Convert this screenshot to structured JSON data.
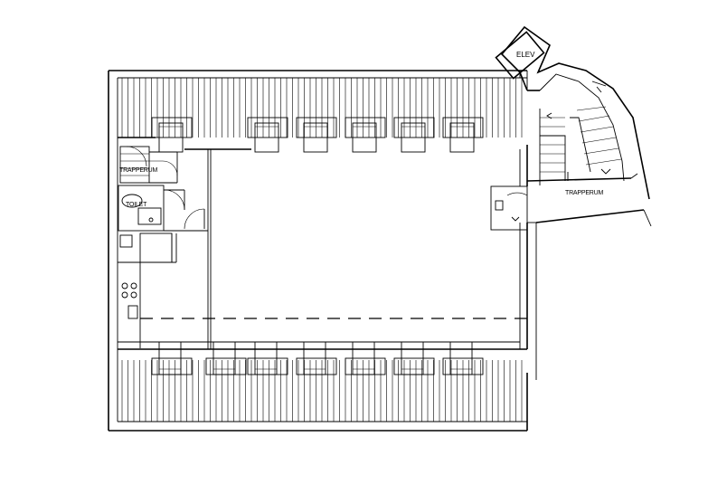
{
  "labels": {
    "stair_room_left": "TRAPPERUM",
    "toilet": "TOILET",
    "elevator": "ELEV",
    "stair_room_right": "TRAPPERUM"
  },
  "colors": {
    "line": "#000000",
    "background": "#ffffff"
  }
}
